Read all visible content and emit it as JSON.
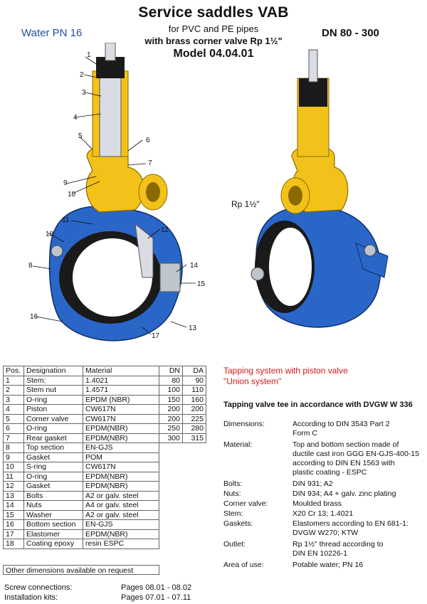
{
  "header": {
    "title": "Service saddles VAB",
    "sub1": "for PVC and PE pipes",
    "sub2": "with brass corner valve Rp 1½\"",
    "model": "Model 04.04.01",
    "water": "Water PN 16",
    "dn": "DN 80 - 300"
  },
  "figure": {
    "position_labels": [
      "1",
      "2",
      "3",
      "4",
      "5",
      "6",
      "7",
      "9",
      "10",
      "11",
      "18",
      "12",
      "8",
      "14",
      "15",
      "16",
      "13",
      "17"
    ],
    "rp_label": "Rp 1½\""
  },
  "table": {
    "headers": [
      "Pos.",
      "Designation",
      "Material",
      "DN",
      "DA"
    ],
    "rows": [
      [
        "1",
        "Stem:",
        "1.4021",
        "80",
        "90"
      ],
      [
        "2",
        "Stem nut",
        "1.4571",
        "100",
        "110"
      ],
      [
        "3",
        "O-ring",
        "EPDM (NBR)",
        "150",
        "160"
      ],
      [
        "4",
        "Piston",
        "CW617N",
        "200",
        "200"
      ],
      [
        "5",
        "Corner valve",
        "CW617N",
        "200",
        "225"
      ],
      [
        "6",
        "O-ring",
        "EPDM(NBR)",
        "250",
        "280"
      ],
      [
        "7",
        "Rear gasket",
        "EPDM(NBR)",
        "300",
        "315"
      ],
      [
        "8",
        "Top section",
        "EN-GJS",
        "",
        ""
      ],
      [
        "9",
        "Gasket",
        "POM",
        "",
        ""
      ],
      [
        "10",
        "S-ring",
        "CW617N",
        "",
        ""
      ],
      [
        "11",
        "O-ring",
        "EPDM(NBR)",
        "",
        ""
      ],
      [
        "12",
        "Gasket",
        "EPDM(NBR)",
        "",
        ""
      ],
      [
        "13",
        "Bolts",
        "A2 or galv. steel",
        "",
        ""
      ],
      [
        "14",
        "Nuts",
        "A4 or galv. steel",
        "",
        ""
      ],
      [
        "15",
        "Washer",
        "A2 or galv. steel",
        "",
        ""
      ],
      [
        "16",
        "Bottom section",
        "EN-GJS",
        "",
        ""
      ],
      [
        "17",
        "Elastomer",
        "EPDM(NBR)",
        "",
        ""
      ],
      [
        "18",
        "Coating epoxy",
        "resin ESPC",
        "",
        ""
      ]
    ],
    "other": "Other dimensions available on request"
  },
  "info": {
    "red1": "Tapping system with piston valve",
    "red2": "\"Union system\"",
    "heading": "Tapping valve tee in accordance with DVGW W 336",
    "specs": [
      {
        "k": "Dimensions:",
        "v": [
          "According to DIN 3543 Part 2",
          "Form C"
        ]
      },
      {
        "k": "Material:",
        "v": [
          "Top and bottom section made of",
          "ductile cast iron GGG  EN-GJS-400-15",
          "according to DIN EN 1563 with",
          "plastic coating - ESPC"
        ]
      },
      {
        "k": "Bolts:",
        "v": [
          "DIN 931; A2"
        ]
      },
      {
        "k": "Nuts:",
        "v": [
          "DIN 934; A4 + galv. zinc plating"
        ]
      },
      {
        "k": "Corner valve:",
        "v": [
          "Moulded brass"
        ]
      },
      {
        "k": "Stem:",
        "v": [
          "X20 Cr 13; 1.4021"
        ]
      },
      {
        "k": "Gaskets:",
        "v": [
          "Elastomers according to EN 681-1:",
          "DVGW W270;  KTW"
        ]
      },
      {
        "k": "Outlet:",
        "v": [
          "Rp 1½\" thread according to",
          "DIN EN 10226-1"
        ]
      },
      {
        "k": "Area of use:",
        "v": [
          "Potable water; PN 16"
        ]
      }
    ]
  },
  "footer": [
    {
      "k": "Screw connections:",
      "v": "Pages 08.01 - 08.02"
    },
    {
      "k": "Installation kits:",
      "v": "Pages 07.01 - 07.11"
    }
  ],
  "colors": {
    "brass": "#f2c21a",
    "blue": "#2a66c8",
    "dark": "#1a1a1a",
    "accent_red": "#d01818",
    "title_blue": "#1e4fa0"
  }
}
